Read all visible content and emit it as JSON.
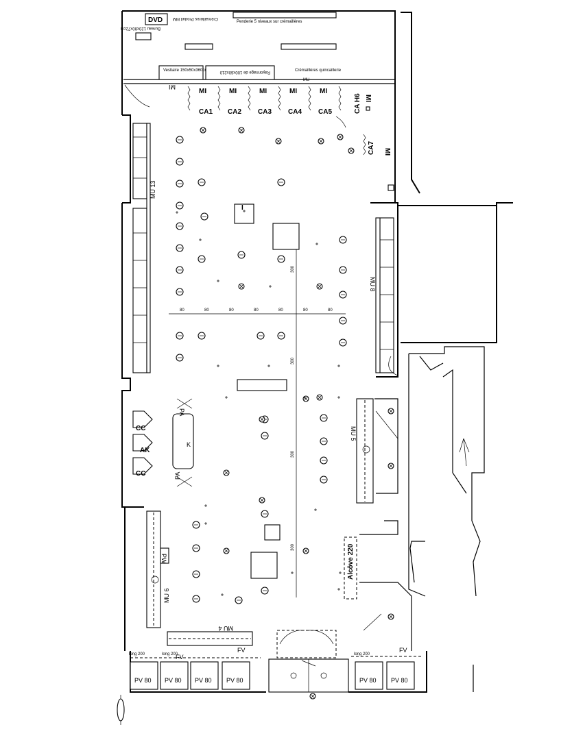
{
  "labels": {
    "dvd": "DVD",
    "bureau": "Bureau 120x80x72cm",
    "cremailleres_produit": "Crémaillères Produit MM",
    "penderie": "Penderie 5 niveaux sur crémaillères",
    "vestiaire": "Vestiaire 150x50x360cm",
    "rayonnage": "Rayonnage de 100x60x210",
    "cremailleres_quinc": "Crémaillères quincaillerie",
    "mu_top": "MU",
    "mi": "MI",
    "ca1": "CA1",
    "ca2": "CA2",
    "ca3": "CA3",
    "ca4": "CA4",
    "ca5": "CA5",
    "ca_h6": "CA H6",
    "ca7": "CA7",
    "mu13": "MU 13",
    "mu8": "MU 8",
    "mu5": "MU 5",
    "mu6": "MU 6",
    "mu4": "MU 4",
    "cc": "CC",
    "ak": "AK",
    "pa": "PA",
    "k": "K",
    "pw": "PW",
    "alcove": "Alcôve 220",
    "fv": "FV",
    "long200": "long 200",
    "pv80": "PV 80",
    "dim80": "80",
    "dim300": "300"
  },
  "icons": [
    "lamp-icon",
    "smoke-detector-icon",
    "air-vent-icon",
    "compass-arrow-icon",
    "door-swing-icon"
  ]
}
